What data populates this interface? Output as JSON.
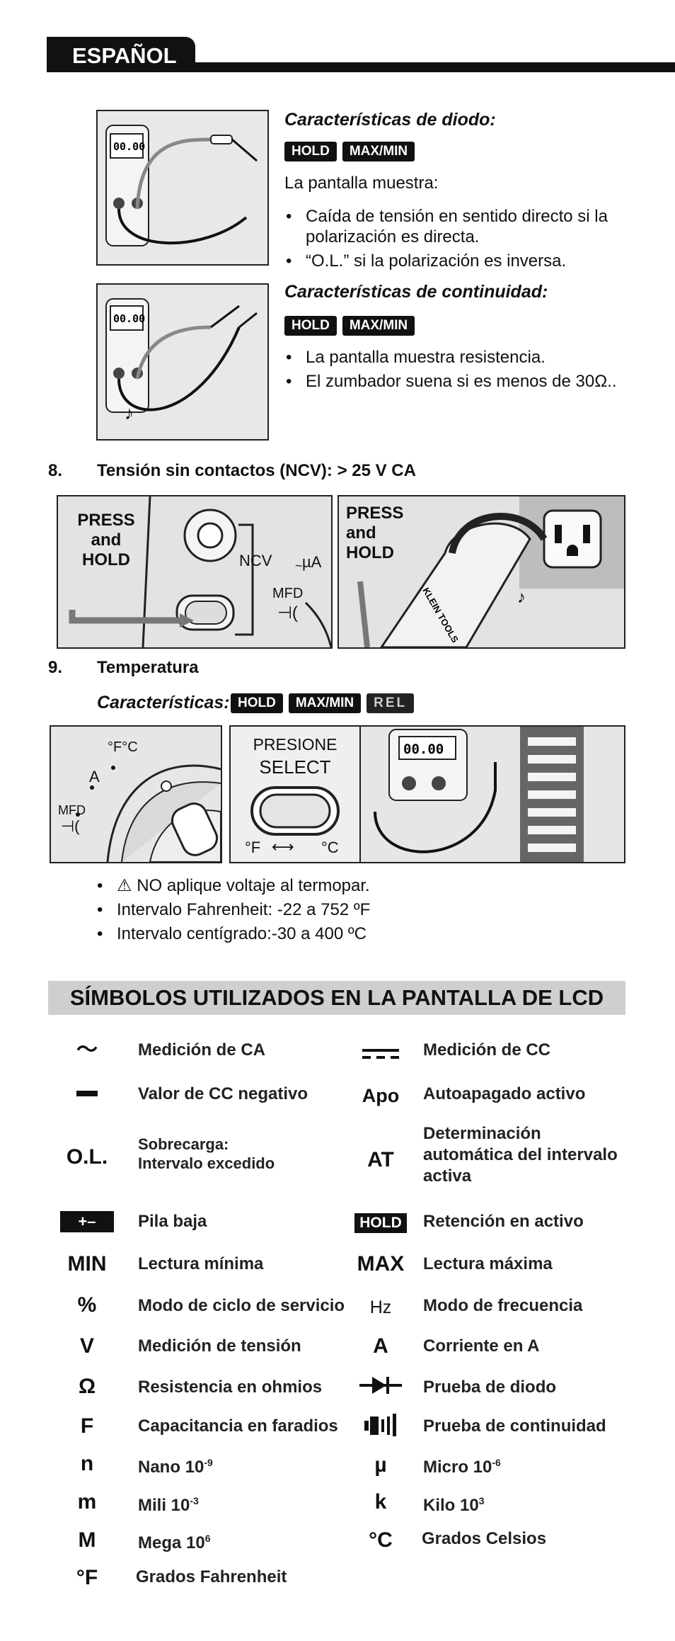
{
  "header": {
    "language": "ESPAÑOL"
  },
  "diode": {
    "title": "Características de diodo:",
    "badges": [
      "HOLD",
      "MAX/MIN"
    ],
    "intro": "La pantalla muestra:",
    "bullets": [
      "Caída de tensión en sentido directo si la polarización es directa.",
      "“O.L.” si la polarización es inversa."
    ],
    "lcd": "00.00"
  },
  "continuity": {
    "title": "Características de continuidad:",
    "badges": [
      "HOLD",
      "MAX/MIN"
    ],
    "bullets": [
      "La pantalla muestra resistencia.",
      "El zumbador suena si es menos de 30Ω.."
    ],
    "lcd": "00.00"
  },
  "section8": {
    "number": "8.",
    "title": "Tensión sin contactos (NCV): > 25 V CA",
    "fig1": {
      "press": "PRESS",
      "and": "and",
      "hold": "HOLD",
      "ncv": "NCV",
      "ua": "µA",
      "mfd": "MFD"
    },
    "fig2": {
      "press": "PRESS",
      "and": "and",
      "hold": "HOLD"
    }
  },
  "section9": {
    "number": "9.",
    "title": "Temperatura",
    "features_label": "Características:",
    "badges": [
      "HOLD",
      "MAX/MIN",
      "REL"
    ],
    "fig1": {
      "f_c": "°F°C",
      "a": "A",
      "mfd": "MFD"
    },
    "fig2": {
      "line1": "PRESIONE",
      "line2": "SELECT",
      "scale_f": "°F",
      "scale_c": "°C"
    },
    "fig3": {
      "lcd": "00.00"
    },
    "bullets": [
      "NO aplique voltaje al termopar.",
      "Intervalo Fahrenheit: -22 a 752 ºF",
      "Intervalo centígrado:-30 a 400 ºC"
    ]
  },
  "lcd_symbols": {
    "title": "SÍMBOLOS UTILIZADOS EN LA PANTALLA DE LCD",
    "left": [
      {
        "symbol": "~",
        "icon": "ac-wave-icon",
        "desc": "Medición de CA"
      },
      {
        "symbol": "–",
        "icon": "minus-icon",
        "desc": "Valor de CC negativo"
      },
      {
        "symbol": "O.L.",
        "icon": "",
        "desc": "Sobrecarga:\nIntervalo excedido"
      },
      {
        "symbol": "+–",
        "icon": "battery-icon",
        "desc": "Pila baja"
      },
      {
        "symbol": "MIN",
        "icon": "",
        "desc": "Lectura mínima"
      },
      {
        "symbol": "%",
        "icon": "",
        "desc": "Modo de ciclo de servicio"
      },
      {
        "symbol": "V",
        "icon": "",
        "desc": "Medición de tensión"
      },
      {
        "symbol": "Ω",
        "icon": "",
        "desc": "Resistencia en ohmios"
      },
      {
        "symbol": "F",
        "icon": "",
        "desc": "Capacitancia en faradios"
      },
      {
        "symbol": "n",
        "icon": "",
        "desc": "Nano 10",
        "exp": "-9"
      },
      {
        "symbol": "m",
        "icon": "",
        "desc": "Mili 10",
        "exp": "-3"
      },
      {
        "symbol": "M",
        "icon": "",
        "desc": "Mega 10",
        "exp": "6"
      },
      {
        "symbol": "°F",
        "icon": "",
        "desc": "Grados Fahrenheit"
      }
    ],
    "right": [
      {
        "symbol": "---",
        "icon": "dc-icon",
        "desc": "Medición de CC"
      },
      {
        "symbol": "Apo",
        "icon": "",
        "desc": "Autoapagado activo"
      },
      {
        "symbol": "AT",
        "icon": "",
        "desc": "Determinación automática del intervalo activa"
      },
      {
        "symbol": "HOLD",
        "icon": "hold-badge-icon",
        "desc": "Retención en activo"
      },
      {
        "symbol": "MAX",
        "icon": "",
        "desc": "Lectura máxima"
      },
      {
        "symbol": "Hz",
        "icon": "",
        "desc": "Modo de frecuencia"
      },
      {
        "symbol": "A",
        "icon": "",
        "desc": "Corriente en A"
      },
      {
        "symbol": "",
        "icon": "diode-icon",
        "desc": "Prueba de diodo"
      },
      {
        "symbol": "",
        "icon": "continuity-buzzer-icon",
        "desc": "Prueba de continuidad"
      },
      {
        "symbol": "µ",
        "icon": "",
        "desc": "Micro 10",
        "exp": "-6"
      },
      {
        "symbol": "k",
        "icon": "",
        "desc": "Kilo 10",
        "exp": "3"
      },
      {
        "symbol": "°C",
        "icon": "",
        "desc": "Grados Celsios"
      }
    ]
  }
}
